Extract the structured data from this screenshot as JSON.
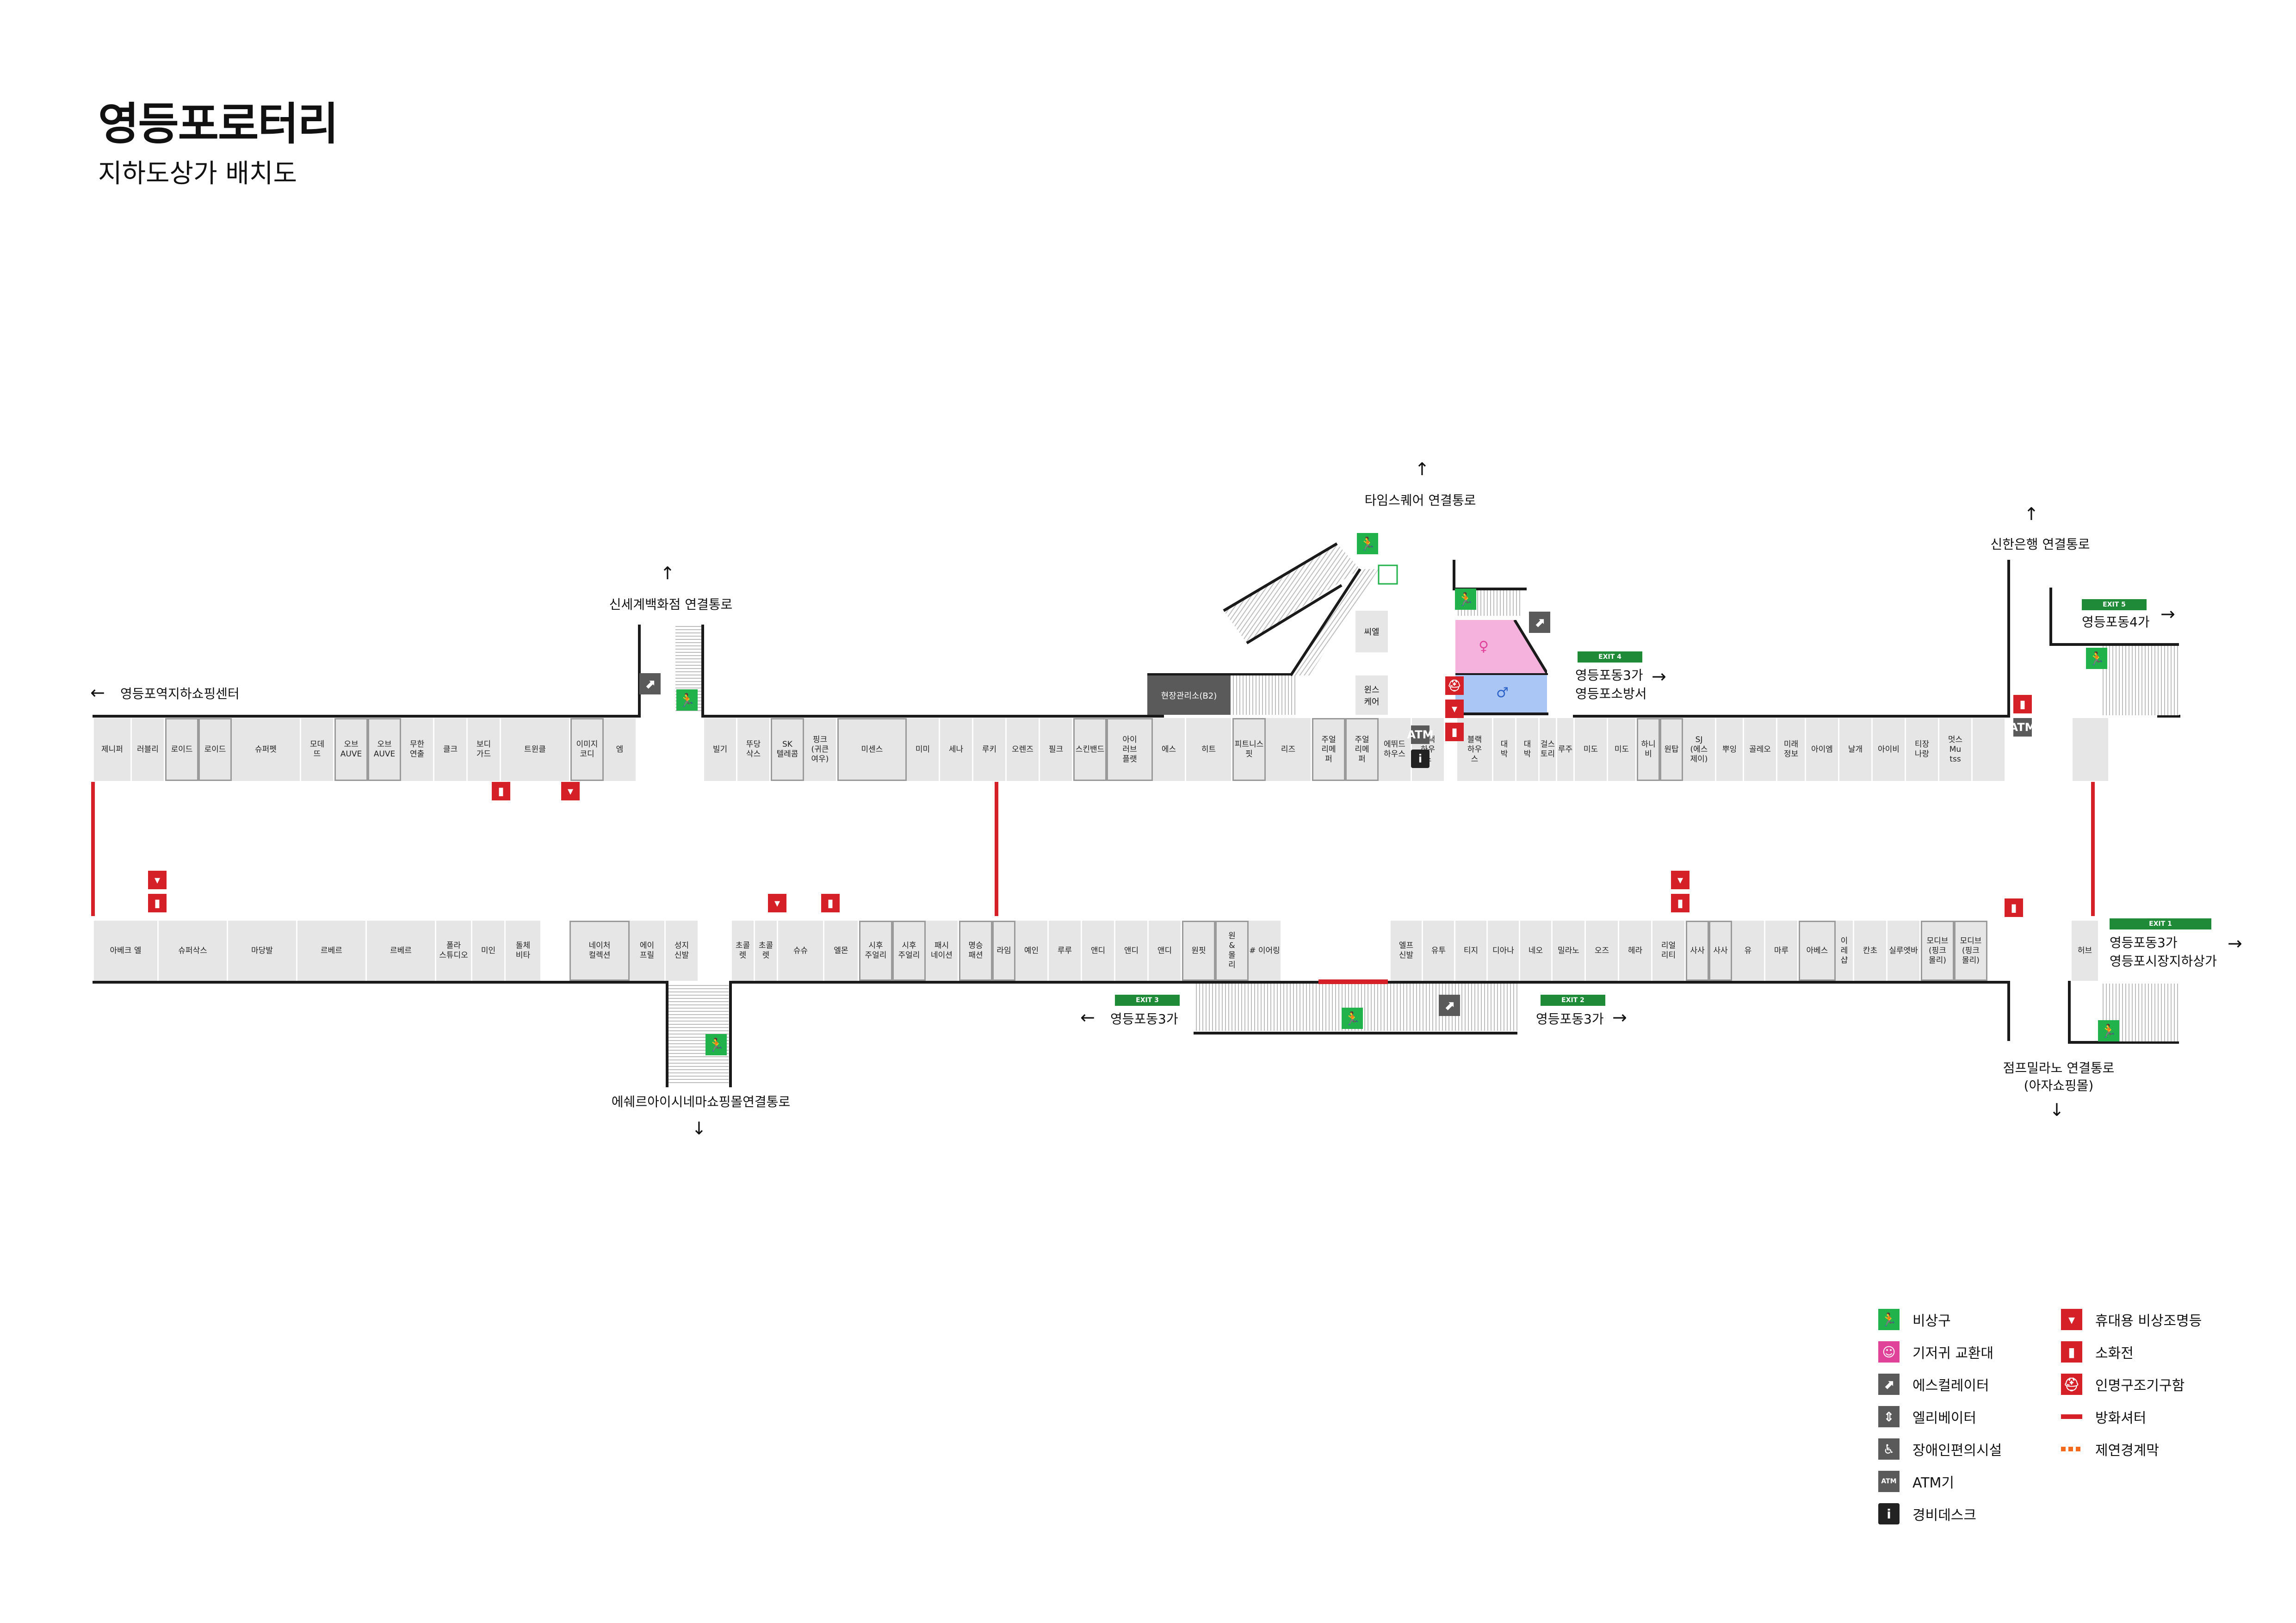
{
  "header": {
    "title": "영등포로터리",
    "subtitle": "지하도상가 배치도"
  },
  "connections": {
    "yeongdeungpo_station": "영등포역지하쇼핑센터",
    "shinsegae": "신세계백화점 연결통로",
    "times_square": "타임스퀘어 연결통로",
    "shinhan": "신한은행 연결통로",
    "emart": "에쉐르아이시네마쇼핑몰연결통로",
    "jumpmilano": "점프밀라노 연결통로\n(아자쇼핑몰)"
  },
  "exits": {
    "exit1": {
      "badge": "EXIT 1",
      "label": "영등포동3가\n영등포시장지하상가"
    },
    "exit2": {
      "badge": "EXIT 2",
      "label": "영등포동3가"
    },
    "exit3": {
      "badge": "EXIT 3",
      "label": "영등포동3가"
    },
    "exit4": {
      "badge": "EXIT 4",
      "label": "영등포동3가\n영등포소방서"
    },
    "exit5": {
      "badge": "EXIT 5",
      "label": "영등포동4가"
    }
  },
  "facilities": {
    "site_office": "현장관리소(B2)",
    "ssiyeol": "씨엘",
    "winscare": "윈스\n케어",
    "atm": "ATM",
    "info": "i"
  },
  "shops_top": [
    "제니퍼",
    "러블리",
    "로이드",
    "로이드",
    "슈퍼펫",
    "모데\n뜨",
    "오브\nAUVE",
    "오브\nAUVE",
    "무한\n연출",
    "클크",
    "보디\n가드",
    "트윈클",
    "이미지\n코디",
    "엠",
    "빌기",
    "뚜당\n삭스",
    "SK\n텔레콤",
    "핑크\n(귀큰\n여우)",
    "미센스",
    "미미",
    "세나",
    "루키",
    "오렌즈",
    "필크",
    "스킨밴드",
    "아이\n러브\n플랫",
    "에스",
    "히트",
    "피트니스\n핏",
    "리즈",
    "주얼\n리메\n퍼",
    "주얼\n리메\n퍼",
    "에뛰드\n하우스",
    "블랙\n하우\n스",
    "블랙\n하우\n스",
    "대\n박",
    "대\n박",
    "걸스\n토리",
    "루주",
    "미도",
    "미도",
    "하니비",
    "원탑",
    "SJ\n(에스\n제이)",
    "뿌잉",
    "골레오",
    "미래\n정보",
    "아이엠",
    "날개",
    "아이비",
    "티장\n나랑",
    "멋스\nMu\ntss"
  ],
  "shops_bottom": [
    "아베크 엘",
    "슈퍼삭스",
    "마당발",
    "르베르",
    "르베르",
    "폴라\n스튜디오",
    "미인",
    "돌체\n비타",
    "네이처\n컬렉션",
    "에이\n프릴",
    "성지\n신발",
    "초콜\n렛",
    "초콜\n렛",
    "슈슈",
    "엘몬",
    "시후\n주얼리",
    "시후\n주얼리",
    "패시\n네이션",
    "명승\n패션",
    "라임",
    "예인",
    "루루",
    "앤디",
    "앤디",
    "앤디",
    "원핏",
    "원\n&\n몰\n리",
    "# 이어링",
    "엘프\n신발",
    "유투",
    "티지",
    "디아나",
    "네오",
    "밀라노",
    "오즈",
    "헤라",
    "리얼\n리티",
    "사사",
    "사사",
    "유",
    "마루",
    "아베스",
    "이\n레\n샵",
    "칸초",
    "실루엣바",
    "모디브\n(핑크\n몰리)",
    "모디브\n(핑크\n몰리)",
    "허브"
  ],
  "legend": {
    "emergency_exit": "비상구",
    "diaper": "기저귀 교환대",
    "escalator": "에스컬레이터",
    "elevator": "엘리베이터",
    "accessible": "장애인편의시설",
    "atm": "ATM기",
    "security": "경비데스크",
    "portable_light": "휴대용 비상조명등",
    "extinguisher": "소화전",
    "rescue": "인명구조기구함",
    "fire_shutter": "방화셔터",
    "smoke_curtain": "제연경계막"
  },
  "colors": {
    "exit_green": "#21b24b",
    "fire_red": "#d62027",
    "exit_badge": "#1f8a38",
    "shop_gray": "#e6e6e6",
    "diaper_pink": "#f4b2dc",
    "restroom_blue": "#a9c6f5",
    "smoke_orange": "#f26a1b"
  },
  "icons": {
    "emergency_exit": "running-man-icon",
    "diaper": "baby-icon",
    "escalator": "escalator-icon",
    "elevator": "elevator-icon",
    "accessible": "wheelchair-icon",
    "atm": "atm-icon",
    "security": "info-icon",
    "portable_light": "flashlight-icon",
    "extinguisher": "extinguisher-icon",
    "rescue": "rescue-icon"
  }
}
